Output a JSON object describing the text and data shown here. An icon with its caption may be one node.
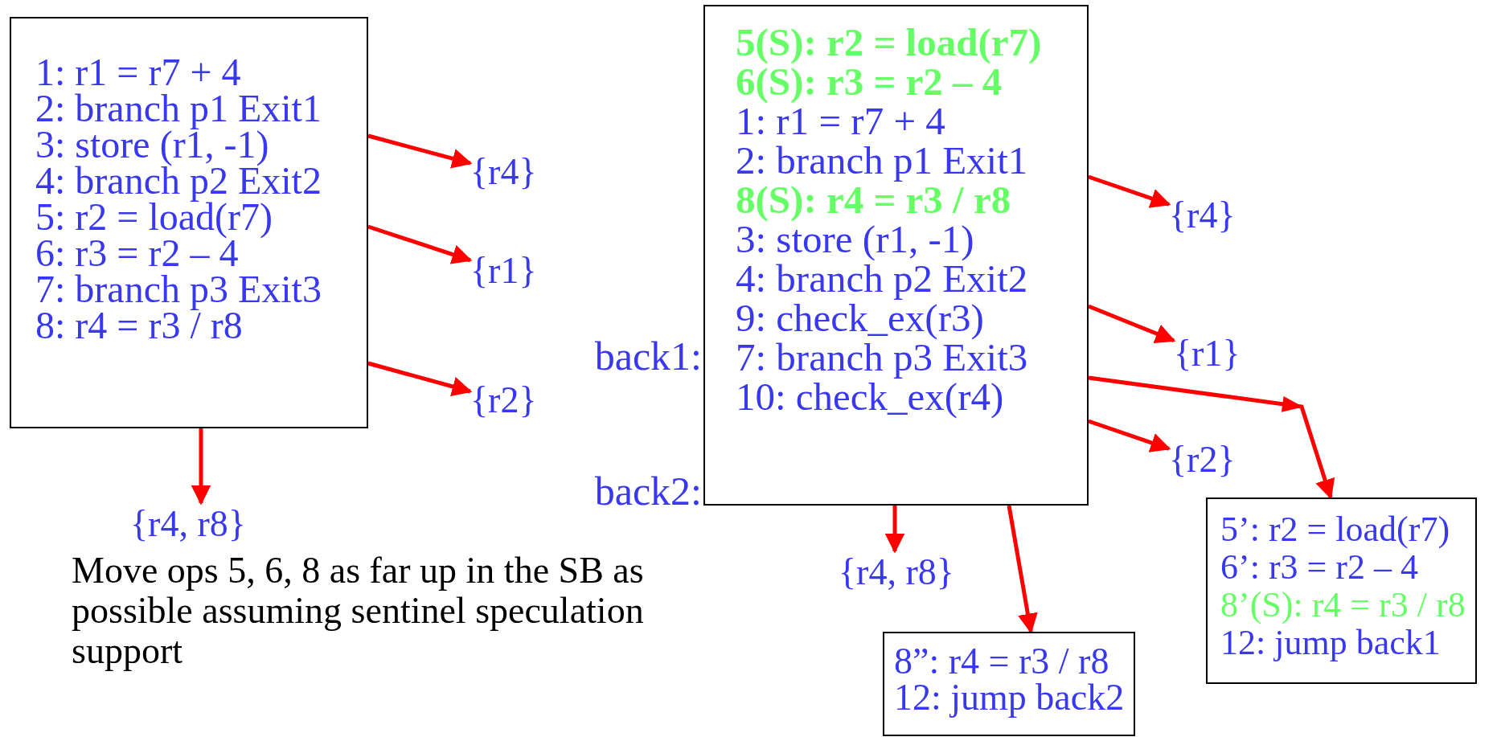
{
  "diagram": {
    "caption": "Move ops 5, 6, 8 as far up in the SB as possible assuming sentinel speculation support",
    "nodes": [
      {
        "text": [
          "1: r1 = r7 + 4",
          "2: branch p1 Exit1",
          "3: store (r1, -1)",
          "4: branch p2 Exit2",
          "5: r2 = load(r7)",
          "6: r3 = r2 – 4",
          "7: branch p3 Exit3",
          "8: r4 = r3 / r8"
        ]
      },
      {
        "text": [
          "{r4}"
        ]
      },
      {
        "text": [
          "{r1}"
        ]
      },
      {
        "text": [
          "{r2}"
        ]
      },
      {
        "text": [
          "{r4, r8}"
        ]
      },
      {
        "text": [
          "5(S): r2 = load(r7)",
          "6(S): r3 = r2 – 4",
          "1: r1 = r7 + 4",
          "2: branch p1 Exit1",
          "8(S): r4 = r3 / r8",
          "3: store (r1, -1)",
          "4: branch p2 Exit2",
          "9: check_ex(r3)",
          "7: branch p3 Exit3",
          "10: check_ex(r4)"
        ],
        "beside": [
          "back1:",
          "back2:"
        ]
      },
      {
        "text": [
          "{r4}"
        ]
      },
      {
        "text": [
          "{r1}"
        ]
      },
      {
        "text": [
          "{r2}"
        ]
      },
      {
        "text": [
          "{r4, r8}"
        ]
      },
      {
        "text": [
          "8”: r4 = r3 / r8",
          "12: jump back2"
        ]
      },
      {
        "text": [
          "5’: r2 = load(r7)",
          "6’: r3 = r2 – 4",
          "8’(S): r4 = r3 / r8",
          "12: jump back1"
        ]
      }
    ],
    "edges": [
      {
        "from": 0,
        "to": 1,
        "arrow": "to"
      },
      {
        "from": 0,
        "to": 2,
        "arrow": "to"
      },
      {
        "from": 0,
        "to": 3,
        "arrow": "to"
      },
      {
        "from": 0,
        "to": 4,
        "arrow": "to"
      },
      {
        "from": 5,
        "to": 6,
        "arrow": "to"
      },
      {
        "from": 5,
        "to": 7,
        "arrow": "to"
      },
      {
        "from": 5,
        "to": 8,
        "arrow": "to"
      },
      {
        "from": 5,
        "to": 9,
        "arrow": "to"
      },
      {
        "from": 5,
        "to": 11,
        "arrow": "to"
      },
      {
        "from": 5,
        "to": 10,
        "arrow": "to"
      }
    ]
  }
}
